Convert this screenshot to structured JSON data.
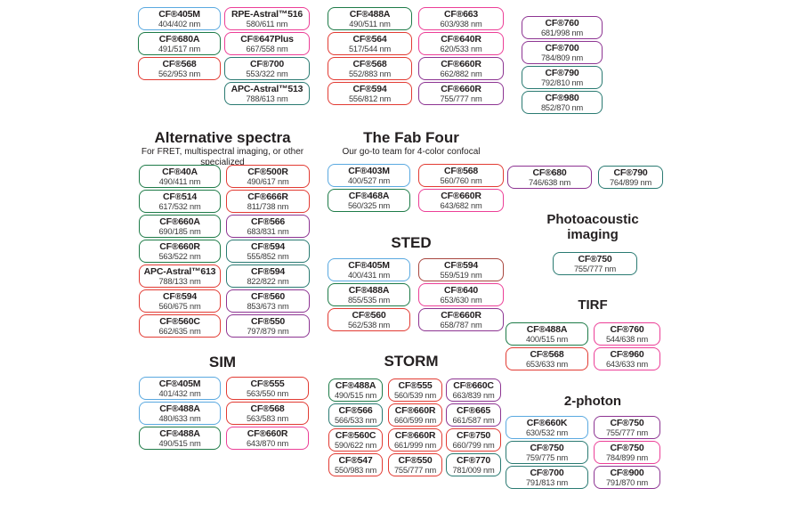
{
  "palette": {
    "blue": "#5aa9e0",
    "green": "#1e7b48",
    "teal": "#2a7a72",
    "red": "#e23b33",
    "dark_red": "#a8463f",
    "pink": "#ec3f97",
    "purple": "#8d3492",
    "text_dark": "#231f20"
  },
  "sections": {
    "top_group": {
      "columns": [
        {
          "boxes": [
            {
              "name": "CF®405M",
              "value": "404/402 nm",
              "color": "blue"
            },
            {
              "name": "CF®680A",
              "value": "491/517 nm",
              "color": "green"
            },
            {
              "name": "CF®568",
              "value": "562/953 nm",
              "color": "red"
            }
          ]
        },
        {
          "boxes": [
            {
              "name": "RPE-Astral™516",
              "value": "580/611 nm",
              "color": "pink"
            },
            {
              "name": "CF®647Plus",
              "value": "667/558 nm",
              "color": "pink"
            },
            {
              "name": "CF®700",
              "value": "553/322 nm",
              "color": "teal"
            },
            {
              "name": "APC-Astral™513",
              "value": "788/613 nm",
              "color": "teal"
            }
          ]
        },
        {
          "boxes": [
            {
              "name": "CF®488A",
              "value": "490/511 nm",
              "color": "green"
            },
            {
              "name": "CF®564",
              "value": "517/544 nm",
              "color": "red"
            },
            {
              "name": "CF®568",
              "value": "552/883 nm",
              "color": "red"
            },
            {
              "name": "CF®594",
              "value": "556/812 nm",
              "color": "red"
            }
          ]
        },
        {
          "boxes": [
            {
              "name": "CF®663",
              "value": "603/938 nm",
              "color": "pink"
            },
            {
              "name": "CF®640R",
              "value": "620/533 nm",
              "color": "pink"
            },
            {
              "name": "CF®660R",
              "value": "662/882 nm",
              "color": "purple"
            },
            {
              "name": "CF®660R",
              "value": "755/777 nm",
              "color": "purple"
            }
          ]
        },
        {
          "boxes": [
            {
              "name": "CF®760",
              "value": "681/998 nm",
              "color": "purple"
            },
            {
              "name": "CF®700",
              "value": "784/809 nm",
              "color": "purple"
            },
            {
              "name": "CF®790",
              "value": "792/810 nm",
              "color": "teal"
            },
            {
              "name": "CF®980",
              "value": "852/870 nm",
              "color": "teal"
            }
          ]
        }
      ]
    },
    "alternative_spectra": {
      "title": "Alternative spectra",
      "subtitle": "For FRET, multispectral imaging, or other specialized",
      "columns": [
        {
          "boxes": [
            {
              "name": "CF®40A",
              "value": "490/411 nm",
              "color": "green"
            },
            {
              "name": "CF®514",
              "value": "617/532 nm",
              "color": "green"
            },
            {
              "name": "CF®660A",
              "value": "690/185 nm",
              "color": "green"
            },
            {
              "name": "CF®660R",
              "value": "563/522 nm",
              "color": "green"
            },
            {
              "name": "APC-Astral™613",
              "value": "788/133 nm",
              "color": "red"
            },
            {
              "name": "CF®594",
              "value": "560/675 nm",
              "color": "red"
            },
            {
              "name": "CF®560C",
              "value": "662/635 nm",
              "color": "red"
            }
          ]
        },
        {
          "boxes": [
            {
              "name": "CF®500R",
              "value": "490/617 nm",
              "color": "red"
            },
            {
              "name": "CF®666R",
              "value": "811/738 nm",
              "color": "red"
            },
            {
              "name": "CF®566",
              "value": "683/831 nm",
              "color": "purple"
            },
            {
              "name": "CF®594",
              "value": "555/852 nm",
              "color": "teal"
            },
            {
              "name": "CF®594",
              "value": "822/822 nm",
              "color": "teal"
            },
            {
              "name": "CF®560",
              "value": "853/673 nm",
              "color": "purple"
            },
            {
              "name": "CF®550",
              "value": "797/879 nm",
              "color": "purple"
            }
          ]
        }
      ]
    },
    "fab_four": {
      "title": "The Fab Four",
      "subtitle": "Our go-to team for 4-color confocal",
      "columns": [
        {
          "boxes": [
            {
              "name": "CF®403M",
              "value": "400/527 nm",
              "color": "blue"
            },
            {
              "name": "CF®468A",
              "value": "560/325 nm",
              "color": "green"
            }
          ]
        },
        {
          "boxes": [
            {
              "name": "CF®568",
              "value": "560/760 nm",
              "color": "red"
            },
            {
              "name": "CF®660R",
              "value": "643/682 nm",
              "color": "pink"
            }
          ]
        }
      ]
    },
    "sted": {
      "title": "STED",
      "columns": [
        {
          "boxes": [
            {
              "name": "CF®405M",
              "value": "400/431 nm",
              "color": "blue"
            },
            {
              "name": "CF®488A",
              "value": "855/535 nm",
              "color": "green"
            },
            {
              "name": "CF®560",
              "value": "562/538 nm",
              "color": "red"
            }
          ]
        },
        {
          "boxes": [
            {
              "name": "CF®594",
              "value": "559/519 nm",
              "color": "dark_red"
            },
            {
              "name": "CF®640",
              "value": "653/630 nm",
              "color": "pink"
            },
            {
              "name": "CF®660R",
              "value": "658/787 nm",
              "color": "purple"
            }
          ]
        }
      ]
    },
    "sim": {
      "title": "SIM",
      "columns": [
        {
          "boxes": [
            {
              "name": "CF®405M",
              "value": "401/432 nm",
              "color": "blue"
            },
            {
              "name": "CF®488A",
              "value": "480/633 nm",
              "color": "blue"
            },
            {
              "name": "CF®488A",
              "value": "490/515 nm",
              "color": "green"
            }
          ]
        },
        {
          "boxes": [
            {
              "name": "CF®555",
              "value": "563/550 nm",
              "color": "red"
            },
            {
              "name": "CF®568",
              "value": "563/583 nm",
              "color": "red"
            },
            {
              "name": "CF®660R",
              "value": "643/870 nm",
              "color": "pink"
            }
          ]
        }
      ]
    },
    "storm": {
      "title": "STORM",
      "columns": [
        {
          "boxes": [
            {
              "name": "CF®488A",
              "value": "490/515 nm",
              "color": "green"
            },
            {
              "name": "CF®566",
              "value": "566/533 nm",
              "color": "teal"
            },
            {
              "name": "CF®560C",
              "value": "590/622 nm",
              "color": "red"
            },
            {
              "name": "CF®547",
              "value": "550/983 nm",
              "color": "red"
            }
          ]
        },
        {
          "boxes": [
            {
              "name": "CF®555",
              "value": "560/539 nm",
              "color": "red"
            },
            {
              "name": "CF®660R",
              "value": "660/599 nm",
              "color": "red"
            },
            {
              "name": "CF®660R",
              "value": "661/999 nm",
              "color": "red"
            },
            {
              "name": "CF®550",
              "value": "755/777 nm",
              "color": "red"
            }
          ]
        },
        {
          "boxes": [
            {
              "name": "CF®660C",
              "value": "663/839 nm",
              "color": "purple"
            },
            {
              "name": "CF®665",
              "value": "661/587 nm",
              "color": "purple"
            },
            {
              "name": "CF®750",
              "value": "660/799 nm",
              "color": "red"
            },
            {
              "name": "CF®770",
              "value": "781/009 nm",
              "color": "teal"
            }
          ]
        }
      ]
    },
    "upper_right": {
      "left_boxes": [
        {
          "name": "CF®680",
          "value": "746/638 nm",
          "color": "purple"
        }
      ],
      "right_boxes": [
        {
          "name": "CF®790",
          "value": "764/899 nm",
          "color": "teal"
        }
      ]
    },
    "photoacoustic": {
      "title": "Photoacoustic imaging",
      "boxes": [
        {
          "name": "CF®750",
          "value": "755/777 nm",
          "color": "teal"
        }
      ]
    },
    "tirf": {
      "title": "TIRF",
      "columns": [
        {
          "boxes": [
            {
              "name": "CF®488A",
              "value": "400/515 nm",
              "color": "green"
            },
            {
              "name": "CF®568",
              "value": "653/633 nm",
              "color": "red"
            }
          ]
        },
        {
          "boxes": [
            {
              "name": "CF®760",
              "value": "544/638 nm",
              "color": "pink"
            },
            {
              "name": "CF®960",
              "value": "643/633 nm",
              "color": "pink"
            }
          ]
        }
      ]
    },
    "two_photon": {
      "title": "2-photon",
      "columns": [
        {
          "boxes": [
            {
              "name": "CF®660K",
              "value": "630/532 nm",
              "color": "blue"
            },
            {
              "name": "CF®750",
              "value": "759/775 nm",
              "color": "teal"
            },
            {
              "name": "CF®700",
              "value": "791/813 nm",
              "color": "teal"
            }
          ]
        },
        {
          "boxes": [
            {
              "name": "CF®750",
              "value": "755/777 nm",
              "color": "purple"
            },
            {
              "name": "CF®750",
              "value": "784/899 nm",
              "color": "pink"
            },
            {
              "name": "CF®900",
              "value": "791/870 nm",
              "color": "purple"
            }
          ]
        }
      ]
    }
  }
}
